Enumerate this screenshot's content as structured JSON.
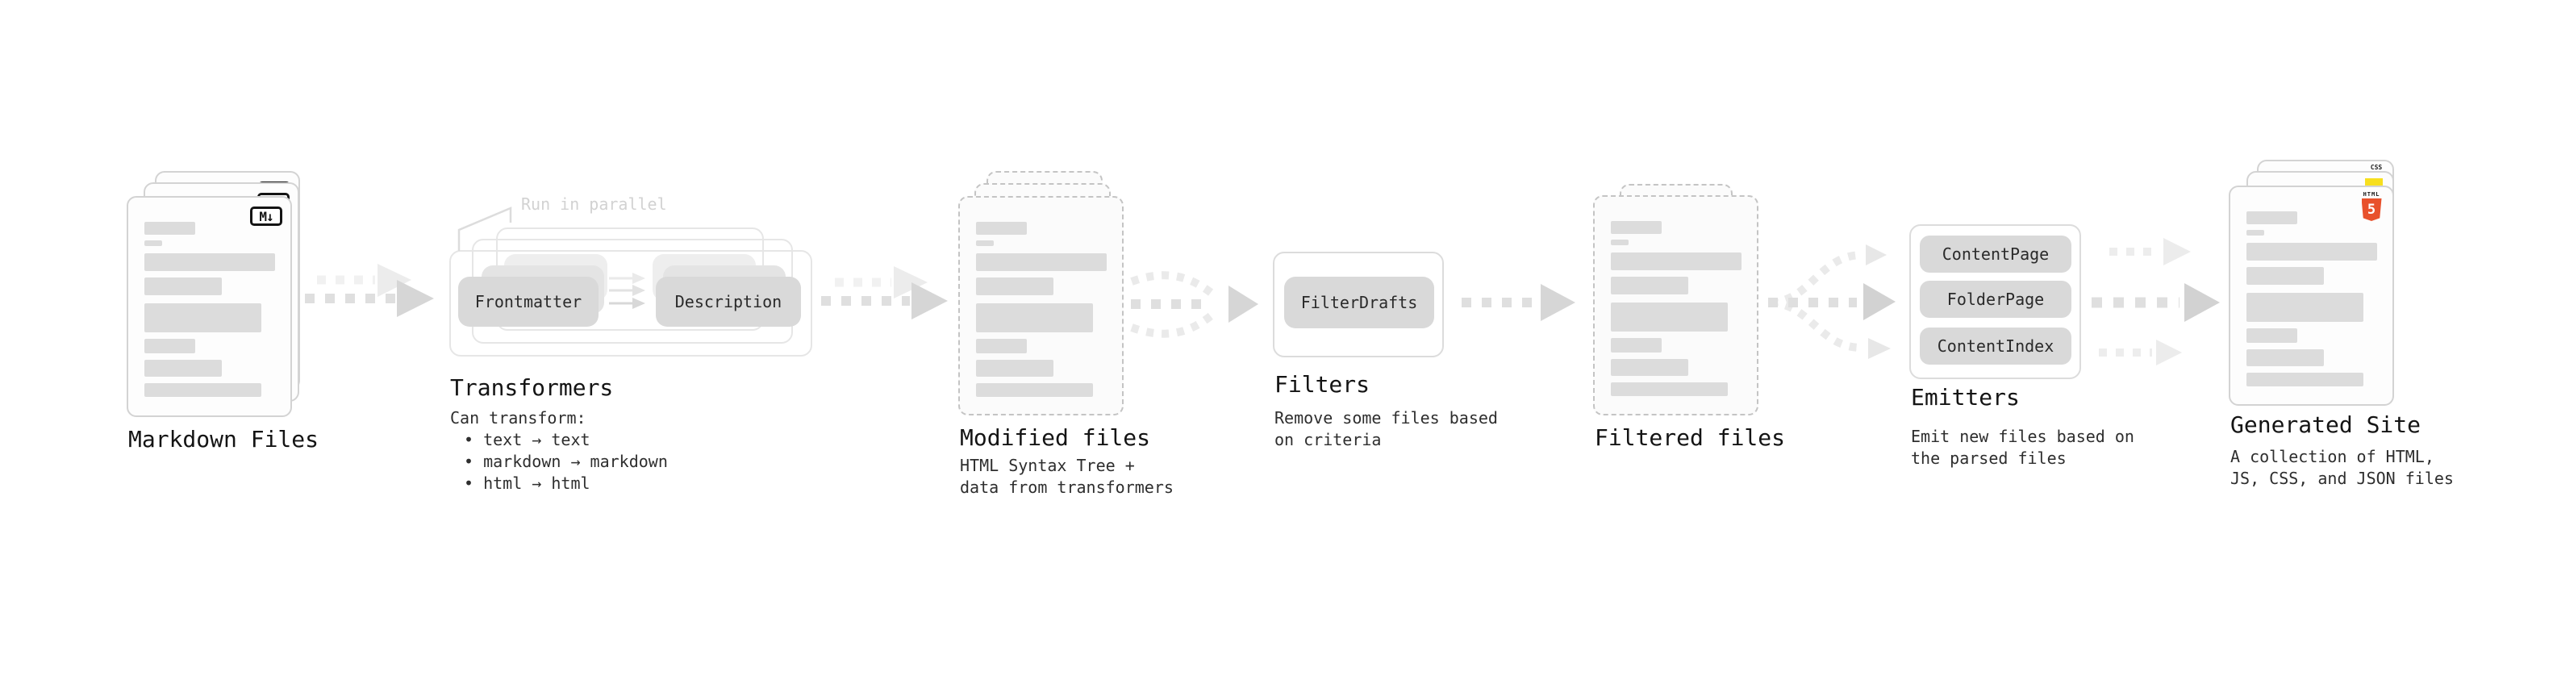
{
  "colors": {
    "arrow_gray": "#d6d6d6",
    "chip_fill": "#d9d9d9",
    "card_border": "#d3d3d3",
    "html5_orange": "#e8512c",
    "js_yellow": "#f7df1e",
    "css_blue": "#2b6bf3",
    "label_text": "#141414",
    "note_gray": "#d2d2d2"
  },
  "stages": {
    "markdown": {
      "label": "Markdown Files",
      "badge": "M↓"
    },
    "transformers": {
      "label": "Transformers",
      "note": "Run in parallel",
      "box1": "Frontmatter",
      "box2": "Description",
      "desc_title": "Can transform:",
      "bullets": [
        "• text → text",
        "• markdown → markdown",
        "• html → html"
      ]
    },
    "modified": {
      "label": "Modified files",
      "desc1": "HTML Syntax Tree +",
      "desc2": "data from transformers"
    },
    "filters": {
      "label": "Filters",
      "box1": "FilterDrafts",
      "desc1": "Remove some files based",
      "desc2": "on criteria"
    },
    "filtered": {
      "label": "Filtered files"
    },
    "emitters": {
      "label": "Emitters",
      "box1": "ContentPage",
      "box2": "FolderPage",
      "box3": "ContentIndex",
      "desc1": "Emit new files based on",
      "desc2": "the parsed files"
    },
    "generated": {
      "label": "Generated Site",
      "desc1": "A collection of HTML,",
      "desc2": "JS, CSS, and JSON files",
      "css_badge": "CSS",
      "html_badge_word": "HTML",
      "html_badge_number": "5"
    }
  }
}
